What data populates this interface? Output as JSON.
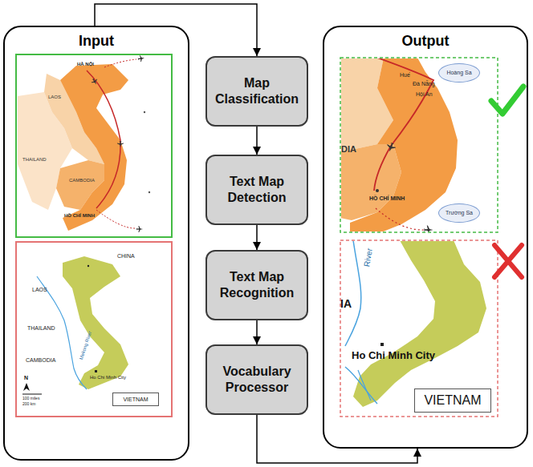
{
  "diagram": {
    "nodes": [
      {
        "text": [
          "Input"
        ]
      },
      {
        "text": [
          "VIETNAM"
        ],
        "in": 0
      },
      {
        "text": [
          "Map Classification"
        ]
      },
      {
        "text": [
          "Text Map Detection"
        ]
      },
      {
        "text": [
          "Text Map Recognition"
        ]
      },
      {
        "text": [
          "Vocabulary Processor"
        ]
      },
      {
        "text": [
          "Output"
        ]
      },
      {
        "text": [
          "Hoàng Sa"
        ],
        "in": 6
      },
      {
        "text": [
          "Trường Sa"
        ],
        "in": 6
      },
      {
        "text": [
          "VIETNAM"
        ],
        "in": 6
      }
    ],
    "edges": [
      {
        "from": 0,
        "to": 2,
        "arrow": "to"
      },
      {
        "from": 2,
        "to": 3,
        "arrow": "to"
      },
      {
        "from": 3,
        "to": 4,
        "arrow": "to"
      },
      {
        "from": 4,
        "to": 5,
        "arrow": "to"
      },
      {
        "from": 5,
        "to": 6,
        "arrow": "to"
      }
    ],
    "labels": [
      "HÀ NỘI",
      "LAOS",
      "THAILAND",
      "CAMBODIA",
      "HỒ CHÍ MINH",
      "CHINA",
      "LAOS",
      "THAILAND",
      "CAMBODIA",
      "Mekong River",
      "Ho Chi Minh City",
      "N",
      "100 miles",
      "200 km",
      "Huế",
      "Đà Nẵng",
      "Hội An",
      "DIA",
      "HỒ CHÍ MINH",
      "River",
      "IA",
      "Ho Chi Minh City"
    ]
  }
}
